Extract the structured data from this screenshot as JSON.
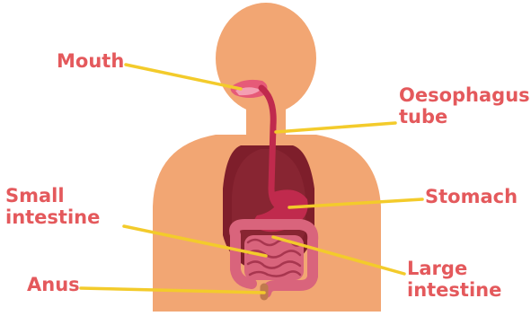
{
  "diagram": {
    "colors": {
      "body": "#f2a673",
      "cavity": "#7e1e2b",
      "cavity_light": "#8f2a37",
      "organ": "#c02a4d",
      "mouth": "#e65a78",
      "intestine": "#d9647c",
      "intestine_dark": "#a8364f",
      "anus": "#c07a4d",
      "label": "#e4595c",
      "leader": "#f3cb2b"
    },
    "labels": {
      "mouth": [
        "Mouth"
      ],
      "oesophagus": [
        "Oesophagus",
        "tube"
      ],
      "stomach": [
        "Stomach"
      ],
      "small_intestine": [
        "Small",
        "intestine"
      ],
      "large_intestine": [
        "Large",
        "intestine"
      ],
      "anus": [
        "Anus"
      ]
    }
  }
}
